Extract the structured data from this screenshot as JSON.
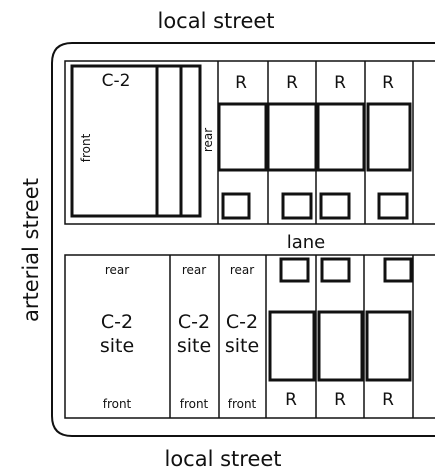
{
  "streets": {
    "top": "local street",
    "bottom": "local street",
    "left": "arterial street"
  },
  "lane": "lane",
  "upper_block": {
    "corner_lot": {
      "zone": "C-2",
      "front": "front",
      "rear": "rear"
    },
    "lots": [
      "R",
      "R",
      "R",
      "R"
    ]
  },
  "lower_block": {
    "c2_sites": [
      {
        "rear": "rear",
        "zone": "C-2",
        "site": "site",
        "front": "front"
      },
      {
        "rear": "rear",
        "zone": "C-2",
        "site": "site",
        "front": "front"
      },
      {
        "rear": "rear",
        "zone": "C-2",
        "site": "site",
        "front": "front"
      }
    ],
    "lots": [
      "R",
      "R",
      "R"
    ]
  },
  "colors": {
    "line": "#111111",
    "background": "#ffffff"
  }
}
